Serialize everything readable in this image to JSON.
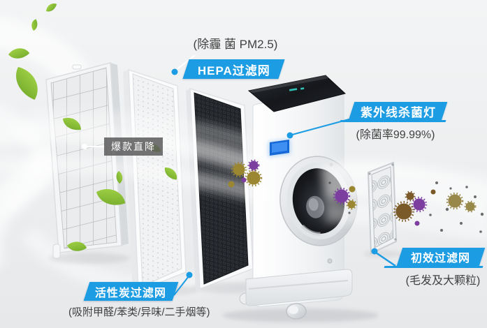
{
  "colors": {
    "accent_blue": "#1b9ce3",
    "promo_bg": "rgba(90,90,92,0.85)",
    "note_text": "#414141",
    "leaf_green": "#8bc53f"
  },
  "callouts": {
    "hepa": {
      "label": "HEPA过滤网",
      "note": "(除霾 菌 PM2.5)"
    },
    "uv": {
      "label": "紫外线杀菌灯",
      "note": "(除菌率99.99%)"
    },
    "primary": {
      "label": "初效过滤网",
      "note": "(毛发及大颗粒)"
    },
    "carbon": {
      "label": "活性炭过滤网",
      "note": "(吸附甲醛/苯类/异味/二手烟等)"
    },
    "promo": {
      "label": "爆款直降"
    }
  }
}
